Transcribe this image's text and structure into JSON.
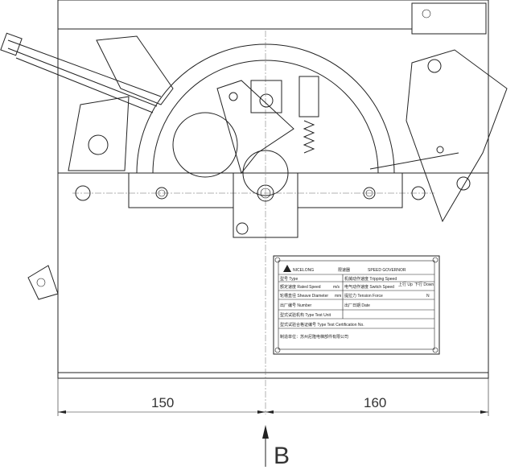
{
  "dimensions": {
    "left": "150",
    "right": "160"
  },
  "view_label": "B",
  "nameplate": {
    "brand": "NICELONG",
    "title_cn": "限速器",
    "title_en": "SPEED GOVERNOR",
    "type": "型号 Type",
    "rated_speed": "额定速度 Rated Speed",
    "speed_unit": "m/s",
    "sheave_diameter": "轮槽直径 Sheave Diameter",
    "mm_unit": "mm",
    "number": "出厂编号 Number",
    "test_unit": "型式试验机构 Type Test Unit",
    "cert_no": "型式试验合格证编号 Type Test Certification No.",
    "tripping_speed": "机械动作速度 Tripping Speed",
    "switch_speed": "电气动作速度 Switch Speed",
    "up": "上行 Up",
    "down": "下行 Down",
    "tension_force": "提拉力 Tension Force",
    "n_unit": "N",
    "date": "出厂日期 Date",
    "manufacturer": "制造单位：苏州尼隆电梯部件有限公司"
  }
}
